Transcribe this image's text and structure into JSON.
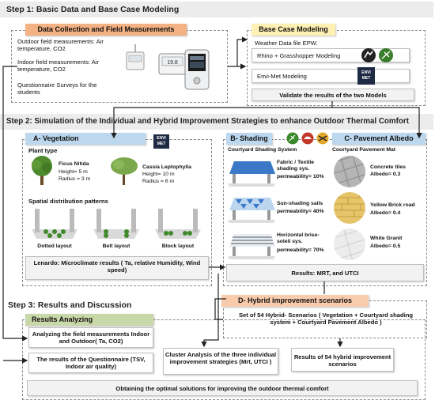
{
  "step1": {
    "title": "Step 1: Basic Data and Base Case Modeling",
    "data_collection": {
      "header": "Data Collection and Field Measurements",
      "outdoor": "Outdoor field measurements: Air temperature, CO2",
      "indoor": "Indoor field measurements: Air temperature, CO2",
      "survey": "Questionnaire Surveys for the students",
      "device_reading": "19.8"
    },
    "base_case": {
      "header": "Base Case Modeling",
      "weather": "Weather Data file EPW.",
      "rhino": "Rhino + Grasshopper Modeling",
      "envimet": "Envi-Met Modeling",
      "validate": "Validate the results of the two Models",
      "envimet_logo": "ENVI MET"
    }
  },
  "step2": {
    "title": "Step 2: Simulation of the Individual and Hybrid Improvement Strategies to enhance Outdoor Thermal Comfort",
    "vegetation": {
      "header": "A- Vegetation",
      "plant_type": "Plant type",
      "tree1": {
        "name": "Ficus Nitida",
        "height": "Height= 5 m",
        "radius": "Radius = 3 m"
      },
      "tree2": {
        "name": "Cassia Leptophylla",
        "height": "Height= 10 m",
        "radius": "Radius = 6 m"
      },
      "spatial": "Spatial distribution patterns",
      "layouts": [
        "Dotted layout",
        "Belt layout",
        "Block layout"
      ],
      "lenardo": "Lenardo: Microclimate results ( Ta, relative Humidity, Wind speed)",
      "envimet_logo": "ENVI MET"
    },
    "shading": {
      "header": "B- Shading",
      "system": "Courtyard Shading System",
      "items": [
        {
          "name": "Fabric / Textile shading sys.",
          "perm": "permeability= 10%"
        },
        {
          "name": "Sun-shading sails",
          "perm": "permeability= 40%"
        },
        {
          "name": "Horizontal brise-soleil sys.",
          "perm": "permeability= 70%"
        }
      ]
    },
    "pavement": {
      "header": "C- Pavement Albedo",
      "mat": "Courtyard Pavement Mat",
      "items": [
        {
          "name": "Concrete tiles",
          "albedo": "Albedo= 0.3"
        },
        {
          "name": "Yellow Brick road",
          "albedo": "Albedo= 0.4"
        },
        {
          "name": "White Granit",
          "albedo": "Albedo= 0.5"
        }
      ]
    },
    "results": "Results: MRT, and UTCI"
  },
  "hybrid": {
    "header": "D- Hybrid improvement scenarios",
    "text": "Set of 54 Hybrid- Scenarios ( Vegetation + Courtyard shading system + Courtyard Pavement Albedo )"
  },
  "step3": {
    "title": "Step 3: Results and Discussion",
    "analyzing_header": "Results Analyzing",
    "field": "Analyzing the field measurements Indoor and Outdoor( Ta, CO2)",
    "questionnaire": "The results of the Questionnaire (TSV, Indoor air quality)",
    "cluster": "Cluster Analysis of the three individual improvement strategies (Mrt, UTCI )",
    "hybrid_results": "Results of 54 hybrid improvement scenarios",
    "optimal": "Obtaining the optimal solutions for improving the outdoor thermal comfort"
  },
  "colors": {
    "orange": "#f4b183",
    "yellow": "#fff0b3",
    "blue": "#bdd7ee",
    "green": "#c9d8a8",
    "peach": "#f8cbad"
  }
}
